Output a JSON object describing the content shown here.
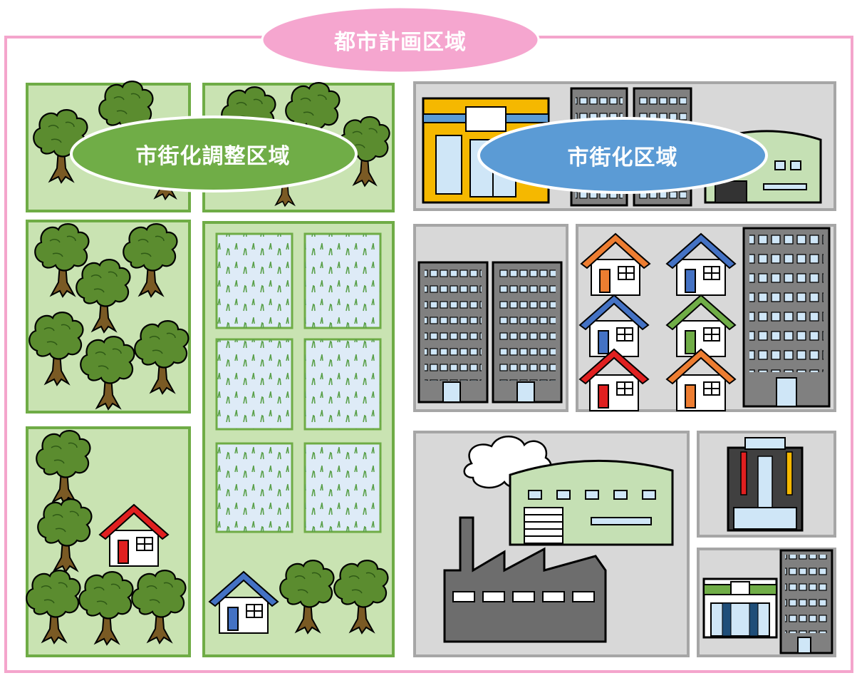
{
  "labels": {
    "city_planning_area": "都市計画区域",
    "urbanization_control_area": "市街化調整区域",
    "urbanization_area": "市街化区域"
  },
  "colors": {
    "city_border": "#f4a5cc",
    "city_label_bg": "#f5a6cf",
    "control_label_bg": "#70ad47",
    "urban_label_bg": "#5b9bd5",
    "green_block_fill": "#c9e3b2",
    "green_block_border": "#6fac46",
    "gray_block_fill": "#d8d8d8",
    "gray_block_border": "#a6a6a6",
    "field_fill": "#deebf7",
    "tree_foliage": "#5b8c2f",
    "tree_trunk": "#7a5a24",
    "building_fill": "#808080",
    "building_window": "#cfe6f7"
  },
  "icons": [
    "tree-icon",
    "house-icon",
    "rice-field-icon",
    "office-building-icon",
    "shop-icon",
    "warehouse-icon",
    "factory-icon",
    "hotel-icon"
  ]
}
